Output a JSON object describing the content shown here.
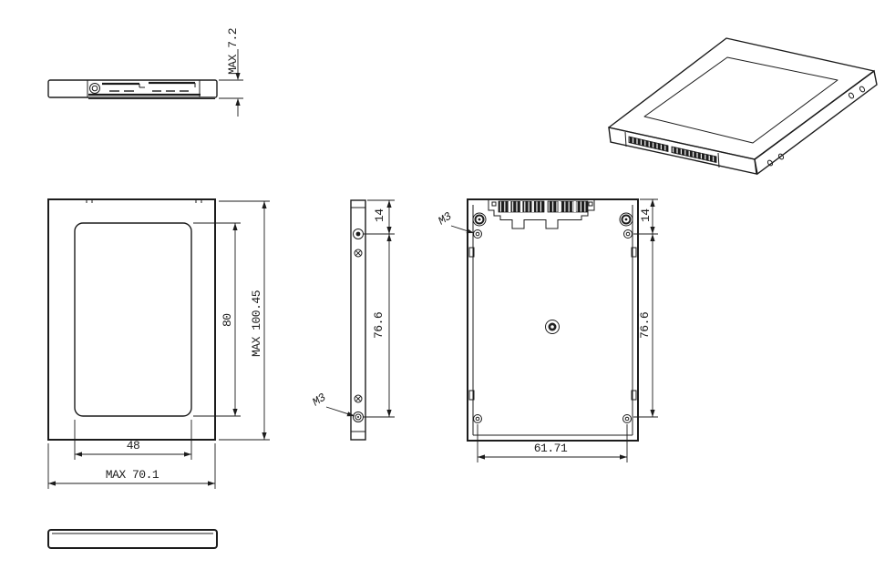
{
  "page": {
    "background": "#ffffff",
    "line_color": "#1c1c1c"
  },
  "labels": {
    "max_height": "MAX 7.2",
    "label_width": "48",
    "max_width": "MAX 70.1",
    "label_length": "80",
    "max_length": "MAX 100.45",
    "side_hole_offset": "14",
    "side_hole_span": "76.6",
    "side_thread": "M3",
    "bottom_hole_offset": "14",
    "bottom_hole_span": "76.6",
    "bottom_hole_spacing": "61.71",
    "bottom_thread": "M3"
  }
}
